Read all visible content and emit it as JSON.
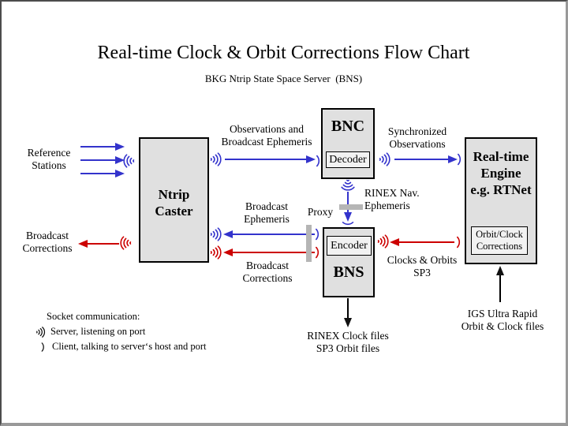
{
  "title": "Real-time Clock & Orbit Corrections Flow Chart",
  "subtitle": "BKG Ntrip State Space Server  (BNS)",
  "colors": {
    "observation_flow_blue": "#3333cc",
    "correction_flow_red": "#cc0000",
    "box_fill": "#e0e0e0",
    "subbox_fill": "#f2f2f2",
    "proxy_bar_gray": "#b5b5b5",
    "frame_dark": "#4c4c4c",
    "frame_light": "#999999"
  },
  "icons": {
    "server": "socket-server-icon",
    "client": "socket-client-icon"
  },
  "boxes": {
    "ntrip_caster": "Ntrip\nCaster",
    "bnc": "BNC",
    "decoder": "Decoder",
    "bns": "BNS",
    "encoder": "Encoder",
    "rt_engine": "Real-time\nEngine\ne.g. RTNet",
    "orbit_clock": "Orbit/Clock\nCorrections"
  },
  "labels": {
    "reference_stations": "Reference\nStations",
    "broadcast_corrections_left": "Broadcast\nCorrections",
    "observations": "Observations and\nBroadcast Ephemeris",
    "synchronized": "Synchronized\nObservations",
    "rinex_nav": "RINEX Nav.\nEphemeris",
    "proxy": "Proxy",
    "broadcast_ephemeris": "Broadcast\nEphemeris",
    "broadcast_corrections_mid": "Broadcast\nCorrections",
    "clocks_orbits": "Clocks & Orbits\nSP3",
    "rinex_clock_files": "RINEX Clock files\nSP3 Orbit files",
    "igs": "IGS Ultra Rapid\nOrbit & Clock files"
  },
  "legend": {
    "title": "Socket communication:",
    "server": "Server, listening on port",
    "client": "Client, talking to server‘s host and port"
  }
}
